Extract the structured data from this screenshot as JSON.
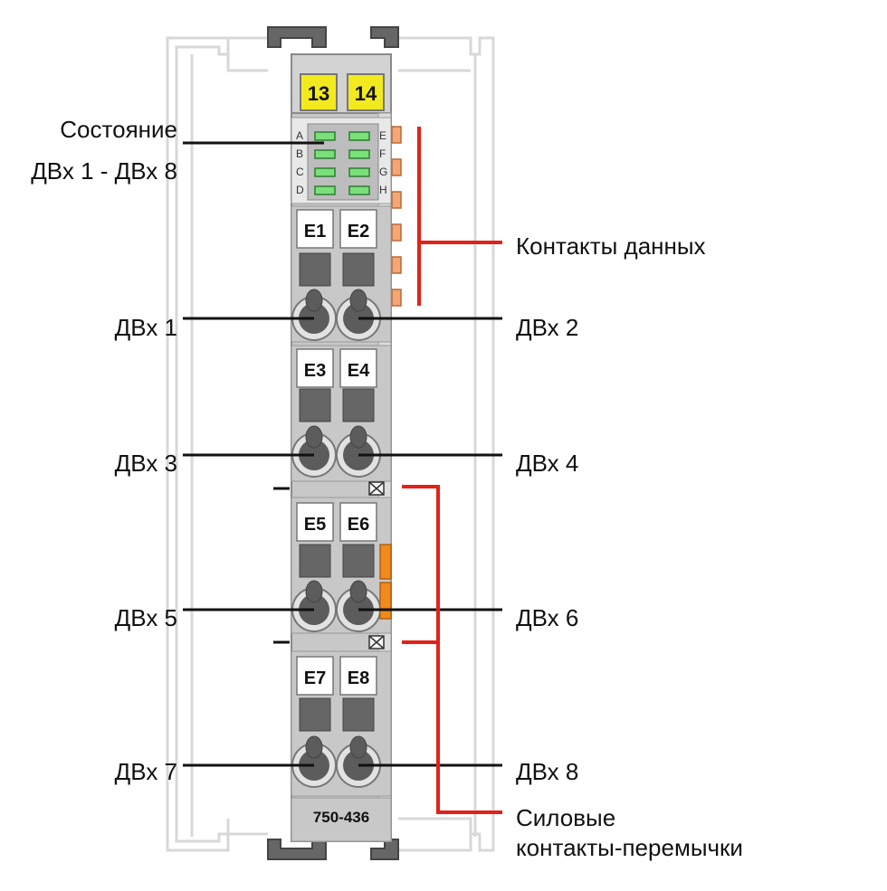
{
  "module": {
    "model": "750-436",
    "top_markers": [
      "13",
      "14"
    ],
    "led_letters_left": [
      "A",
      "B",
      "C",
      "D"
    ],
    "led_letters_right": [
      "E",
      "F",
      "G",
      "H"
    ],
    "channel_tags": [
      "E1",
      "E2",
      "E3",
      "E4",
      "E5",
      "E6",
      "E7",
      "E8"
    ]
  },
  "labels": {
    "status": "Состояние",
    "status_range": "ДВх 1 - ДВх 8",
    "data_contacts": "Контакты данных",
    "power_jumper_line1": "Силовые",
    "power_jumper_line2": "контакты-перемычки",
    "inputs": [
      "ДВх 1",
      "ДВх 2",
      "ДВх 3",
      "ДВх 4",
      "ДВх 5",
      "ДВх 6",
      "ДВх 7",
      "ДВх 8"
    ]
  },
  "colors": {
    "housing": "#c8c8c8",
    "housing_light": "#e4e4e4",
    "marker_yellow": "#f2ea1f",
    "led_green": "#79e07a",
    "contact_orange": "#f4a774",
    "jumper_orange": "#f08a1c",
    "callout_red": "#e32119",
    "leader_black": "#111111"
  }
}
